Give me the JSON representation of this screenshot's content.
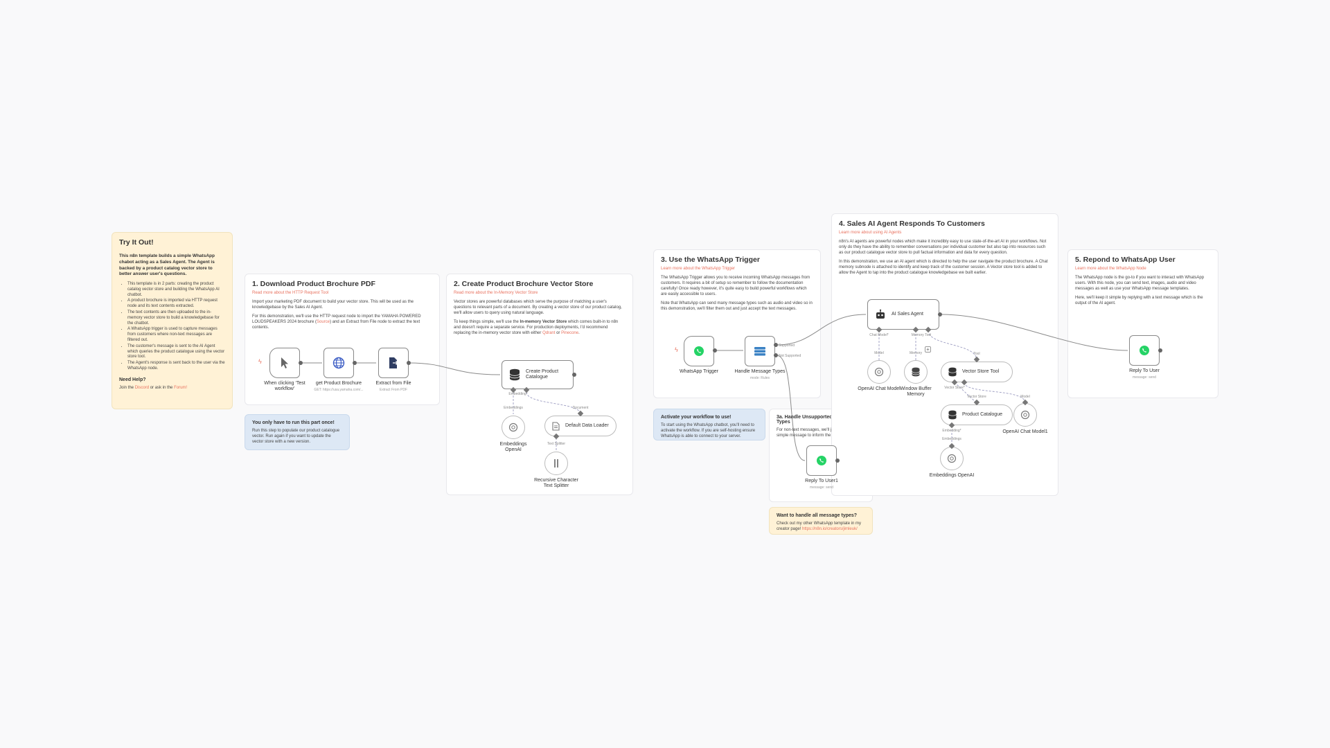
{
  "notes": {
    "try_it_out": {
      "title": "Try It Out!",
      "lead": "This n8n template builds a simple WhatsApp chabot acting as a Sales Agent. The Agent is backed by a product catalog vector store to better answer user's questions.",
      "bullets": [
        "This template is in 2 parts: creating the product catalog vector store and building the WhatsApp AI chatbot.",
        "A product brochure is imported via HTTP request node and its text contents extracted.",
        "The text contents are then uploaded to the in-memory vector store to build a knowledgebase for the chatbot.",
        "A WhatsApp trigger is used to capture messages from customers where non-text messages are filtered out.",
        "The customer's message is sent to the AI Agent which queries the product catalogue using the vector store tool.",
        "The Agent's response is sent back to the user via the WhatsApp node."
      ],
      "help_title": "Need Help?",
      "help_pre": "Join the ",
      "help_discord": "Discord",
      "help_mid": " or ask in the ",
      "help_forum": "Forum!"
    },
    "step1": {
      "title": "1. Download Product Brochure PDF",
      "link": "Read more about the HTTP Request Tool",
      "p1": "Import your marketing PDF document to build your vector store. This will be used as the knowledgebase by the Sales AI Agent.",
      "p2_pre": "For this demonstration, we'll use the HTTP request node to import the YAMAHA POWERED LOUDSPEAKERS 2024 brochure (",
      "p2_link": "Source",
      "p2_post": ") and an Extract from File node to extract the text contents."
    },
    "step2": {
      "title": "2. Create Product Brochure Vector Store",
      "link": "Read more about the In-Memory Vector Store",
      "p1": "Vector stores are powerful databases which serve the purpose of matching a user's questions to relevant parts of a document. By creating a vector store of our product catalog, we'll allow users to query using natural language.",
      "p2_pre": "To keep things simple, we'll use the ",
      "p2_bold": "In-memory Vector Store",
      "p2_mid": " which comes built-in to n8n and doesn't require a separate service. For production deployments, I'd recommend replacing the in-memory vector store with either ",
      "p2_link1": "Qdrant",
      "p2_or": " or ",
      "p2_link2": "Pinecone",
      "p2_end": "."
    },
    "run_once": {
      "title": "You only have to run this part once!",
      "body": "Run this step to populate our product catalogue vector. Run again if you want to update the vector store with a new version."
    },
    "step3": {
      "title": "3. Use the WhatsApp Trigger",
      "link": "Learn more about the WhatsApp Trigger",
      "p1": "The WhatsApp Trigger allows you to receive incoming WhatsApp messages from customers. It requires a bit of setup so remember to follow the documentation carefully! Once ready however, it's quite easy to build powerful workflows which are easily accessible to users.",
      "p2": "Note that WhatsApp can send many message types such as audio and video so in this demonstration, we'll filter them out and just accept the text messages."
    },
    "activate": {
      "title": "Activate your workflow to use!",
      "body": "To start using the WhatsApp chatbot, you'll need to activate the workflow. If you are self-hosting ensure WhatsApp is able to connect to your server."
    },
    "step3a": {
      "title": "3a. Handle Unsupported Message Types",
      "body": "For non-text messages, we'll just reply with a simple message to inform the sender."
    },
    "want_all": {
      "title": "Want to handle all message types?",
      "body": "Check out my other WhatsApp template in my creator page! ",
      "link": "https://n8n.io/creators/jimleuk/"
    },
    "step4": {
      "title": "4. Sales AI Agent Responds To Customers",
      "link": "Learn more about using AI Agents",
      "p1": "n8n's AI agents are powerful nodes which make it incredibly easy to use state-of-the-art AI in your workflows. Not only do they have the ability to remember conversations per individual customer but also tap into resources such as our product catalogue vector store to pull factual information and data for every question.",
      "p2": "In this demonstration, we use an AI agent which is directed to help the user navigate the product brochure. A Chat memory subnode is attached to identify and keep track of the customer session. A Vector store tool is added to allow the Agent to tap into the product catalogue knowledgebase we built earlier."
    },
    "step5": {
      "title": "5. Repond to WhatsApp User",
      "link": "Learn more about the WhatsApp Node",
      "p1": "The WhatsApp node is the go-to if you want to interact with WhatsApp users. With this node, you can send text, images, audio and video messages as well as use your WhatsApp message templates.",
      "p2": "Here, we'll keep it simple by replying with a text message which is the output of the AI agent."
    }
  },
  "nodes": {
    "manual_trigger": {
      "label": "When clicking ‘Test\nworkflow’"
    },
    "get_brochure": {
      "label": "get Product Brochure",
      "sub": "GET: https://usa.yamaha.com/..."
    },
    "extract": {
      "label": "Extract from File",
      "sub": "Extract From PDF"
    },
    "create_catalogue": {
      "label": "Create Product\nCatalogue"
    },
    "embeddings1": {
      "label": "Embeddings\nOpenAI"
    },
    "loader": {
      "label": "Default Data Loader"
    },
    "splitter": {
      "label": "Recursive Character\nText Splitter"
    },
    "whatsapp_trigger": {
      "label": "WhatsApp Trigger"
    },
    "handle_types": {
      "label": "Handle Message Types",
      "sub": "mode: Rules"
    },
    "ai_agent": {
      "label": "AI Sales Agent"
    },
    "chat_model": {
      "label": "OpenAI Chat Model"
    },
    "memory": {
      "label": "Window Buffer\nMemory"
    },
    "vs_tool": {
      "label": "Vector Store Tool"
    },
    "product_catalogue": {
      "label": "Product Catalogue"
    },
    "chat_model1": {
      "label": "OpenAI Chat Model1"
    },
    "embeddings2": {
      "label": "Embeddings OpenAI"
    },
    "reply_user1": {
      "label": "Reply To User1",
      "sub": "message: send"
    },
    "reply_user": {
      "label": "Reply To User",
      "sub": "message: send"
    }
  },
  "port_labels": {
    "embedding_star": "Embedding*",
    "document": "Document",
    "embeddings": "Embeddings",
    "text_splitter": "Text Splitter",
    "supported": "Supported",
    "not_supported": "Not Supported",
    "chat_model_star": "Chat Model*",
    "memory_tool": "Memory  Tool",
    "model": "Model",
    "memory": "Memory",
    "tool": "Tool",
    "vector_store_star": "Vector Store*",
    "model2": "Model",
    "vector_store": "Vector Store",
    "embedding_star2": "Embedding*",
    "embeddings2": "Embeddings"
  },
  "colors": {
    "accent": "#e8715e",
    "whatsapp": "#25d366",
    "yellow_note": "#fff2d6",
    "blue_note": "#dde8f5"
  }
}
